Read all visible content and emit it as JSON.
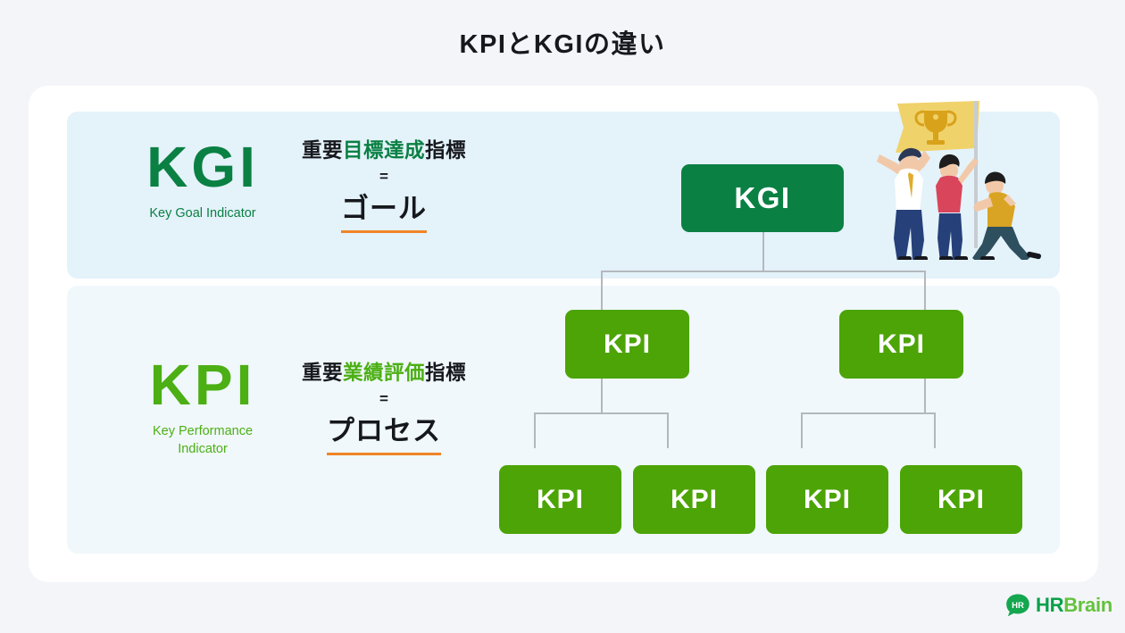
{
  "page": {
    "title": "KPIとKGIの違い",
    "background_color": "#f4f5f9",
    "card_color": "#ffffff"
  },
  "colors": {
    "kgi_green": "#0a8043",
    "kpi_green": "#4caf14",
    "kpi_box_green": "#4ca406",
    "underline_orange": "#f08426",
    "panel_kgi_blue": "#e4f2fa",
    "panel_kpi_blue": "#f0f8fb",
    "connector_gray": "#b4b8bd",
    "title_black": "#16181d"
  },
  "sections": [
    {
      "id": "kgi",
      "acronym": "KGI",
      "expansion": "Key Goal Indicator",
      "phrase_prefix": "重要",
      "phrase_highlight": "目標達成",
      "phrase_suffix": "指標",
      "equals": "=",
      "result": "ゴール",
      "panel_color": "#e4f2fa",
      "accent_color": "#0a8043"
    },
    {
      "id": "kpi",
      "acronym": "KPI",
      "expansion_line1": "Key Performance",
      "expansion_line2": "Indicator",
      "phrase_prefix": "重要",
      "phrase_highlight": "業績評価",
      "phrase_suffix": "指標",
      "equals": "=",
      "result": "プロセス",
      "panel_color": "#f0f8fb",
      "accent_color": "#4caf14"
    }
  ],
  "tree": {
    "root": {
      "label": "KGI",
      "color": "#0a8043"
    },
    "level2": [
      {
        "label": "KPI",
        "color": "#4ca406"
      },
      {
        "label": "KPI",
        "color": "#4ca406"
      }
    ],
    "level3": [
      {
        "label": "KPI",
        "color": "#4ca406"
      },
      {
        "label": "KPI",
        "color": "#4ca406"
      },
      {
        "label": "KPI",
        "color": "#4ca406"
      },
      {
        "label": "KPI",
        "color": "#4ca406"
      }
    ]
  },
  "illustration": {
    "name": "three-people-celebrating-with-trophy-flag",
    "flag_color": "#f0d26a",
    "trophy_color": "#d9a21b",
    "people": [
      "person-waving-white-shirt",
      "person-red-top",
      "person-yellow-top-pushing-flagpole"
    ]
  },
  "logo": {
    "mark": "hr-speech-bubble-icon",
    "mark_text": "HR",
    "text_primary": "HR",
    "text_secondary": "Brain"
  }
}
